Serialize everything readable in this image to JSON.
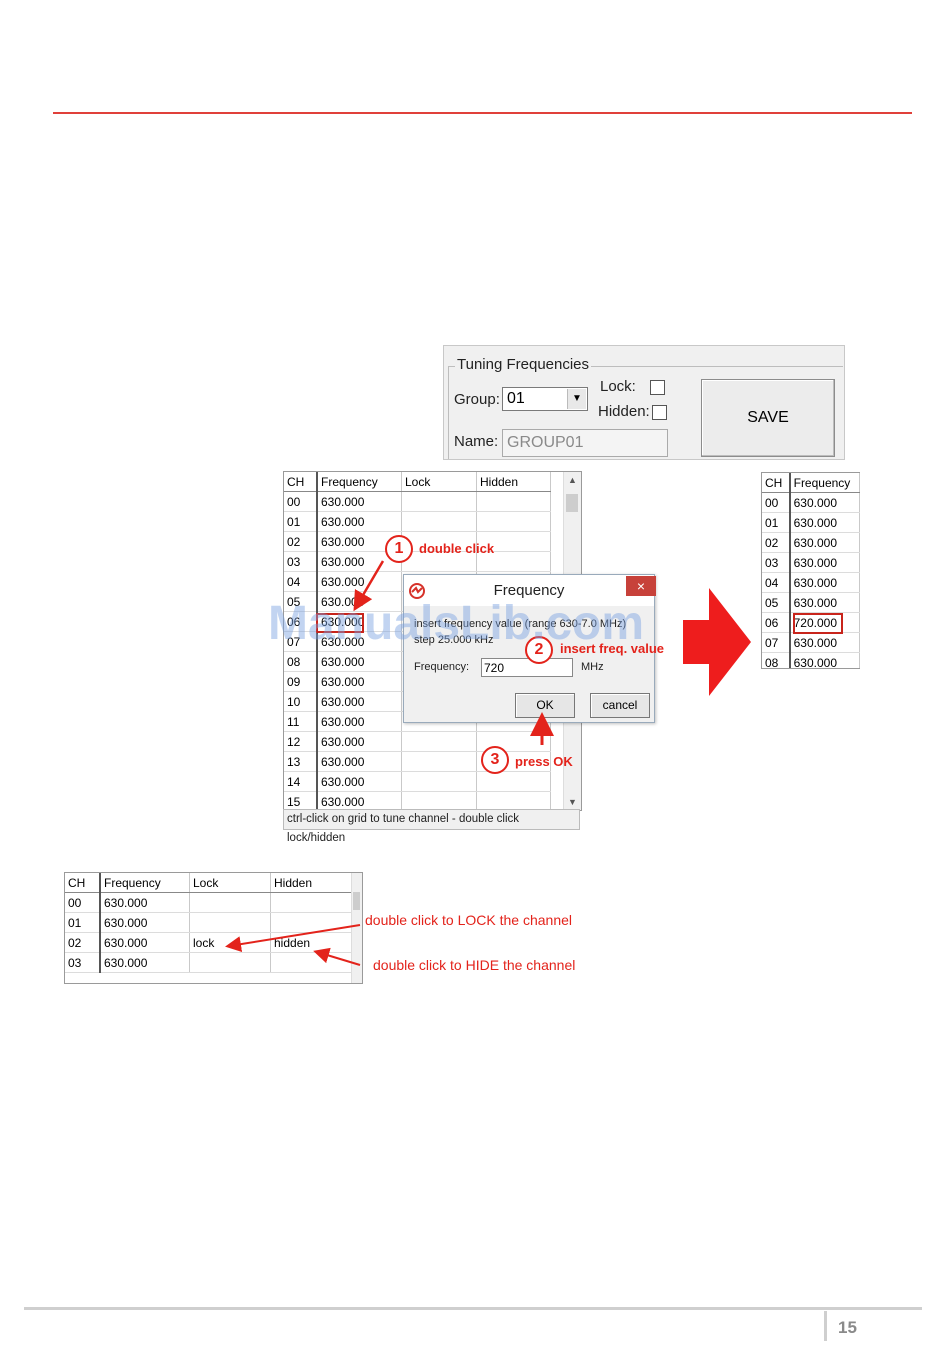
{
  "tuning_panel": {
    "legend": "Tuning Frequencies",
    "group_label": "Group:",
    "group_value": "01",
    "lock_label": "Lock:",
    "hidden_label": "Hidden:",
    "name_label": "Name:",
    "name_value": "GROUP01",
    "save_label": "SAVE"
  },
  "main_grid": {
    "headers": [
      "CH",
      "Frequency",
      "Lock",
      "Hidden"
    ],
    "rows": [
      [
        "00",
        "630.000"
      ],
      [
        "01",
        "630.000"
      ],
      [
        "02",
        "630.000"
      ],
      [
        "03",
        "630.000"
      ],
      [
        "04",
        "630.000"
      ],
      [
        "05",
        "630.000"
      ],
      [
        "06",
        "630.000"
      ],
      [
        "07",
        "630.000"
      ],
      [
        "08",
        "630.000"
      ],
      [
        "09",
        "630.000"
      ],
      [
        "10",
        "630.000"
      ],
      [
        "11",
        "630.000"
      ],
      [
        "12",
        "630.000"
      ],
      [
        "13",
        "630.000"
      ],
      [
        "14",
        "630.000"
      ],
      [
        "15",
        "630.000"
      ]
    ],
    "status": "ctrl-click on grid to tune channel - double click lock/hidden"
  },
  "dialog": {
    "title": "Frequency",
    "close_label": "×",
    "line1": "insert frequency value (range 630-7.0 MHz)",
    "line2": "step 25.000 kHz",
    "frequency_label": "Frequency:",
    "frequency_value": "720",
    "unit": "MHz",
    "ok_label": "OK",
    "cancel_label": "cancel"
  },
  "annotations": {
    "step1_num": "1",
    "step1_text": "double click",
    "step2_num": "2",
    "step2_text": "insert freq. value",
    "step3_num": "3",
    "step3_text": "press OK",
    "lock_note": "double click to LOCK the channel",
    "hide_note": "double click to HIDE the channel"
  },
  "result_grid": {
    "headers": [
      "CH",
      "Frequency"
    ],
    "rows": [
      [
        "00",
        "630.000"
      ],
      [
        "01",
        "630.000"
      ],
      [
        "02",
        "630.000"
      ],
      [
        "03",
        "630.000"
      ],
      [
        "04",
        "630.000"
      ],
      [
        "05",
        "630.000"
      ],
      [
        "06",
        "720.000"
      ],
      [
        "07",
        "630.000"
      ],
      [
        "08",
        "630.000"
      ]
    ]
  },
  "lock_grid": {
    "headers": [
      "CH",
      "Frequency",
      "Lock",
      "Hidden"
    ],
    "rows": [
      [
        "00",
        "630.000",
        "",
        ""
      ],
      [
        "01",
        "630.000",
        "",
        ""
      ],
      [
        "02",
        "630.000",
        "lock",
        "hidden"
      ],
      [
        "03",
        "630.000",
        "",
        ""
      ]
    ]
  },
  "watermark": "ManualsLib.com",
  "page_number": "15",
  "colors": {
    "accent_red": "#e3231b",
    "rule_red": "#e0403a"
  }
}
